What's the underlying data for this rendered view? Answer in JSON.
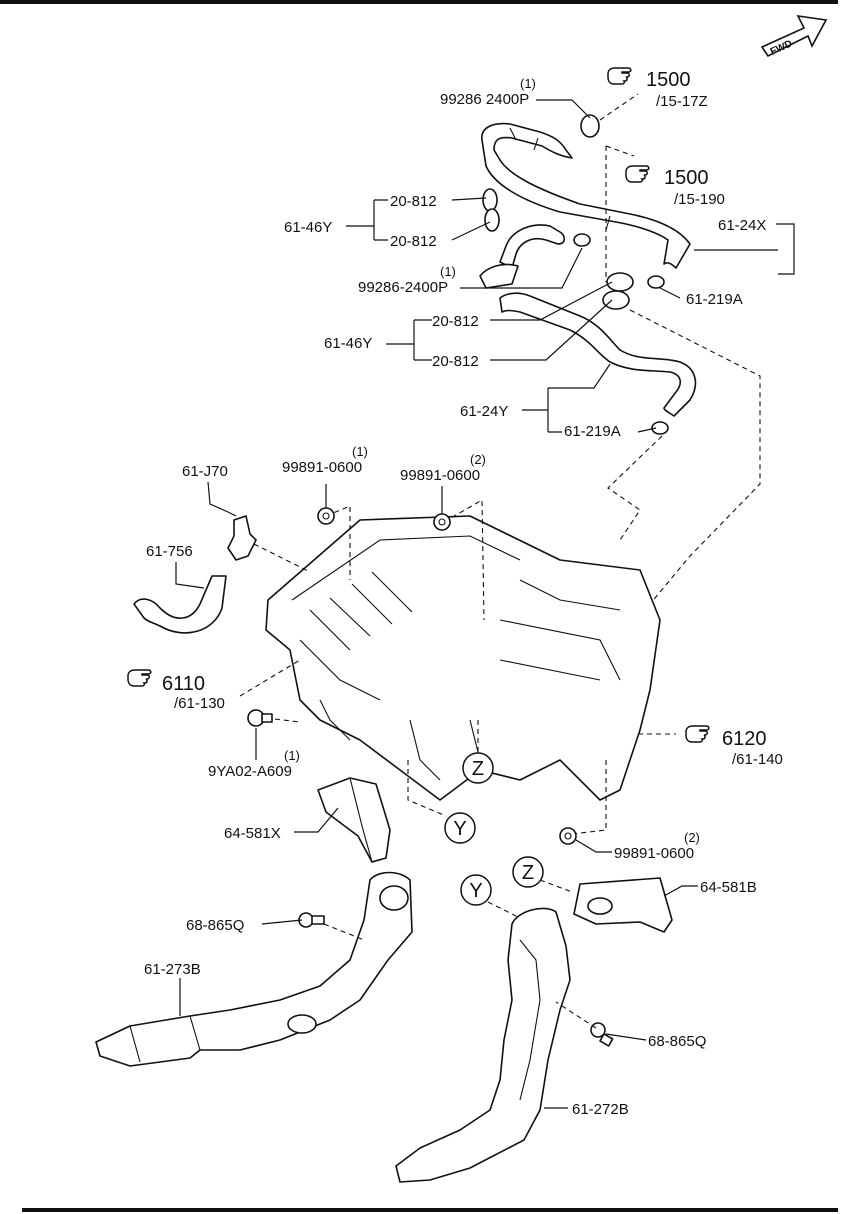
{
  "fwd": "FWD",
  "callouts": {
    "p99286_2400P_top": {
      "qty": "(1)",
      "text": "99286 2400P"
    },
    "p99286_2400P_mid": {
      "qty": "(1)",
      "text": "99286-2400P"
    },
    "p61_46Y_a": "61-46Y",
    "p20_812_a": "20-812",
    "p20_812_b": "20-812",
    "p61_46Y_b": "61-46Y",
    "p20_812_c": "20-812",
    "p20_812_d": "20-812",
    "p61_24X": "61-24X",
    "p61_219A_a": "61-219A",
    "p61_24Y": "61-24Y",
    "p61_219A_b": "61-219A",
    "p61_J70": "61-J70",
    "p61_756": "61-756",
    "p99891_0600_1": {
      "qty": "(1)",
      "text": "99891-0600"
    },
    "p99891_0600_2": {
      "qty": "(2)",
      "text": "99891-0600"
    },
    "p9YA02_A609": {
      "qty": "(1)",
      "text": "9YA02-A609"
    },
    "p99891_0600_3": {
      "qty": "(2)",
      "text": "99891-0600"
    },
    "p64_581X": "64-581X",
    "p64_581B": "64-581B",
    "p68_865Q_a": "68-865Q",
    "p68_865Q_b": "68-865Q",
    "p61_273B": "61-273B",
    "p61_272B": "61-272B"
  },
  "references": {
    "r1500_a": {
      "num": "1500",
      "sub": "/15-17Z"
    },
    "r1500_b": {
      "num": "1500",
      "sub": "/15-190"
    },
    "r6110": {
      "num": "6110",
      "sub": "/61-130"
    },
    "r6120": {
      "num": "6120",
      "sub": "/61-140"
    }
  },
  "markers": {
    "z1": "Z",
    "y1": "Y",
    "z2": "Z",
    "y2": "Y"
  },
  "icons": {
    "reference": "pointing-hand-icon",
    "direction": "fwd-arrow-icon"
  }
}
